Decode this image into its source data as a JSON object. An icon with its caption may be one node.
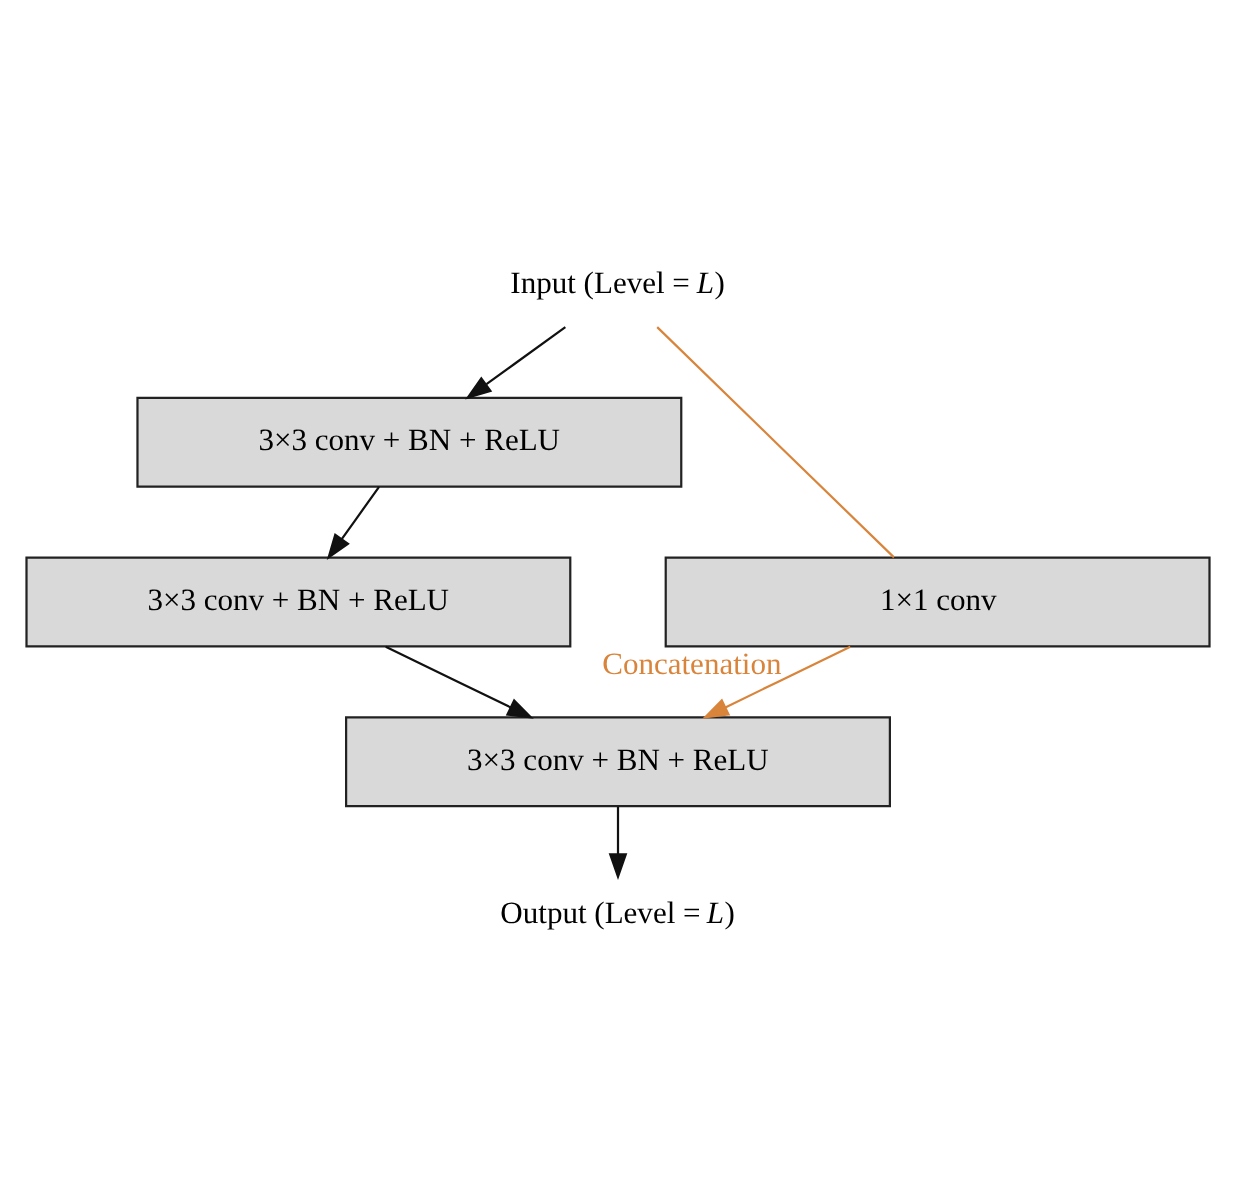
{
  "diagram": {
    "nodes": [
      {
        "text": [
          "Input (Level = *L*)"
        ]
      },
      {
        "text": [
          "3×3 conv + BN + ReLU"
        ]
      },
      {
        "text": [
          "1×1 conv"
        ]
      },
      {
        "text": [
          "3×3 conv + BN + ReLU"
        ]
      },
      {
        "text": [
          "3×3 conv + BN + ReLU"
        ]
      },
      {
        "text": [
          "Output (Level = *L*)"
        ]
      }
    ],
    "edges": [
      {
        "from": 0,
        "to": 1,
        "arrow": "to"
      },
      {
        "from": 1,
        "to": 3,
        "arrow": "to"
      },
      {
        "from": 3,
        "to": 4,
        "arrow": "to"
      },
      {
        "from": 4,
        "to": 5,
        "arrow": "to"
      },
      {
        "from": 0,
        "to": 2,
        "arrow": "none",
        "color": "#d9843b"
      },
      {
        "from": 2,
        "to": 4,
        "arrow": "to",
        "label": "Concatenation",
        "color": "#d9843b"
      }
    ]
  }
}
